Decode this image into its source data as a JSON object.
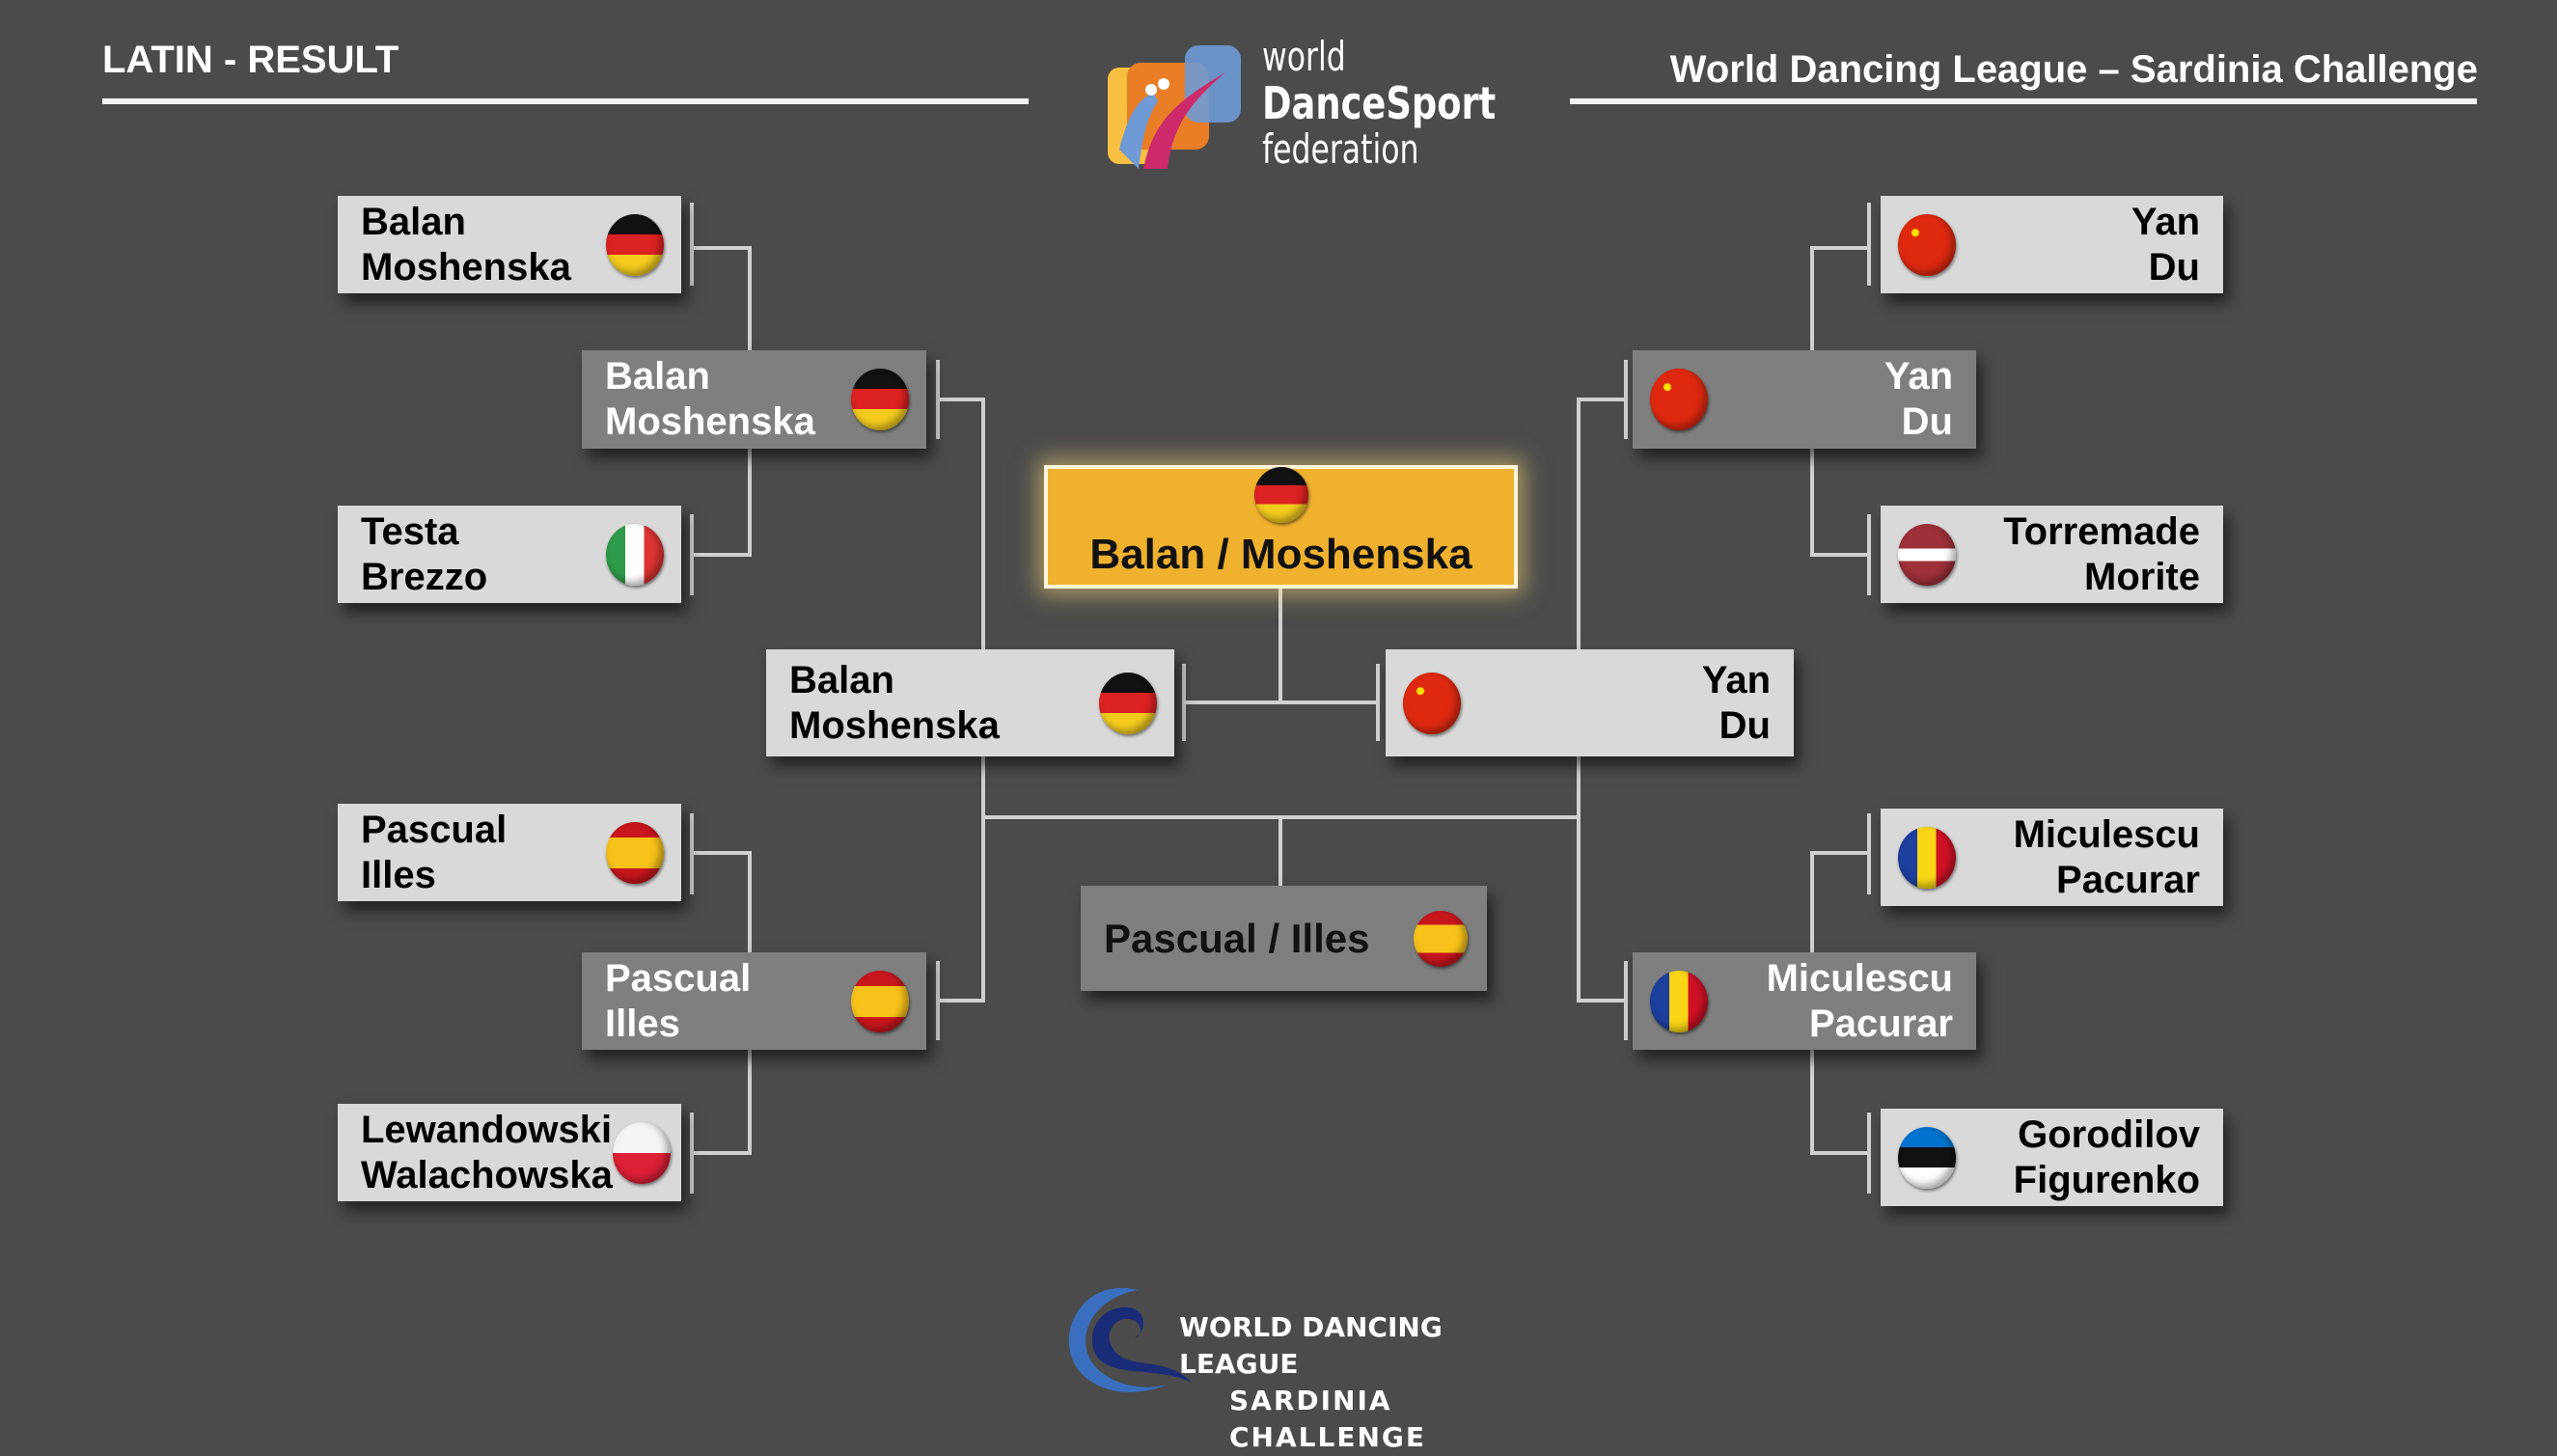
{
  "header": {
    "left_title": "LATIN - RESULT",
    "right_title": "World Dancing League – Sardinia Challenge",
    "logo_top": {
      "line1": "world",
      "line2": "DanceSport",
      "line3": "federation"
    },
    "logo_bottom": {
      "line1": "WORLD DANCING LEAGUE",
      "line2": "SARDINIA CHALLENGE"
    }
  },
  "colors": {
    "background": "#4b4b4b",
    "winner": "#f0b12f",
    "light_box": "#d9d9d9",
    "dark_box": "#7f7f7f"
  },
  "bracket": {
    "left_r1": [
      {
        "line1": "Balan",
        "line2": "Moshenska",
        "flag": "germany"
      },
      {
        "line1": "Testa",
        "line2": "Brezzo",
        "flag": "italy"
      },
      {
        "line1": "Pascual",
        "line2": "Illes",
        "flag": "spain"
      },
      {
        "line1": "Lewandowski",
        "line2": "Walachowska",
        "flag": "poland"
      }
    ],
    "left_r2": [
      {
        "line1": "Balan",
        "line2": "Moshenska",
        "flag": "germany"
      },
      {
        "line1": "Pascual",
        "line2": "Illes",
        "flag": "spain"
      }
    ],
    "left_final": {
      "line1": "Balan",
      "line2": "Moshenska",
      "flag": "germany"
    },
    "right_r1": [
      {
        "line1": "Yan",
        "line2": "Du",
        "flag": "china"
      },
      {
        "line1": "Torremade",
        "line2": "Morite",
        "flag": "latvia"
      },
      {
        "line1": "Miculescu",
        "line2": "Pacurar",
        "flag": "romania"
      },
      {
        "line1": "Gorodilov",
        "line2": "Figurenko",
        "flag": "estonia"
      }
    ],
    "right_r2": [
      {
        "line1": "Yan",
        "line2": "Du",
        "flag": "china"
      },
      {
        "line1": "Miculescu",
        "line2": "Pacurar",
        "flag": "romania"
      }
    ],
    "right_final": {
      "line1": "Yan",
      "line2": "Du",
      "flag": "china"
    },
    "winner": {
      "name": "Balan / Moshenska",
      "flag": "germany"
    },
    "third_place": {
      "name": "Pascual / Illes",
      "flag": "spain"
    }
  }
}
